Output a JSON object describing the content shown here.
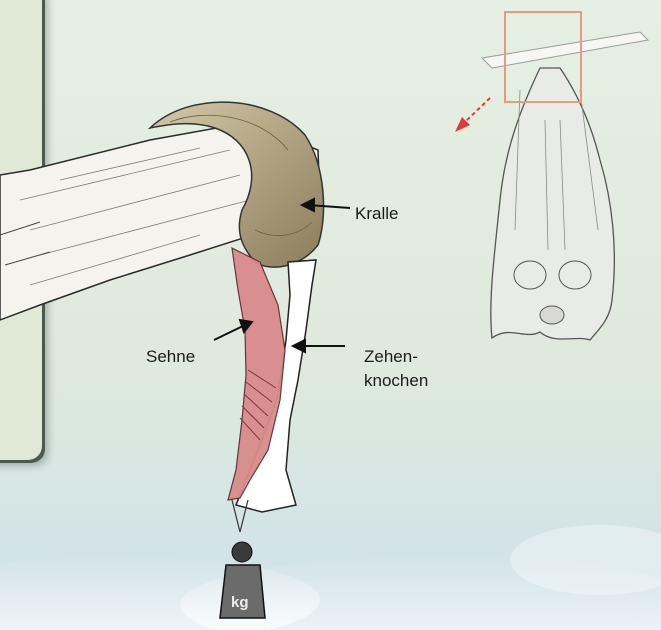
{
  "labels": {
    "claw": "Kralle",
    "tendon": "Sehne",
    "toe_bone_line1": "Zehen-",
    "toe_bone_line2": "knochen",
    "weight": "kg"
  },
  "colors": {
    "background": "#e3ede0",
    "tendon": "#d9898a",
    "arrow_red": "#e03a3a",
    "highlight_box": "#e79a7e",
    "claw": "#a89a7c",
    "bone": "#ffffff",
    "outline": "#222222"
  },
  "icons": [
    "arrow-icon",
    "weight-icon"
  ]
}
